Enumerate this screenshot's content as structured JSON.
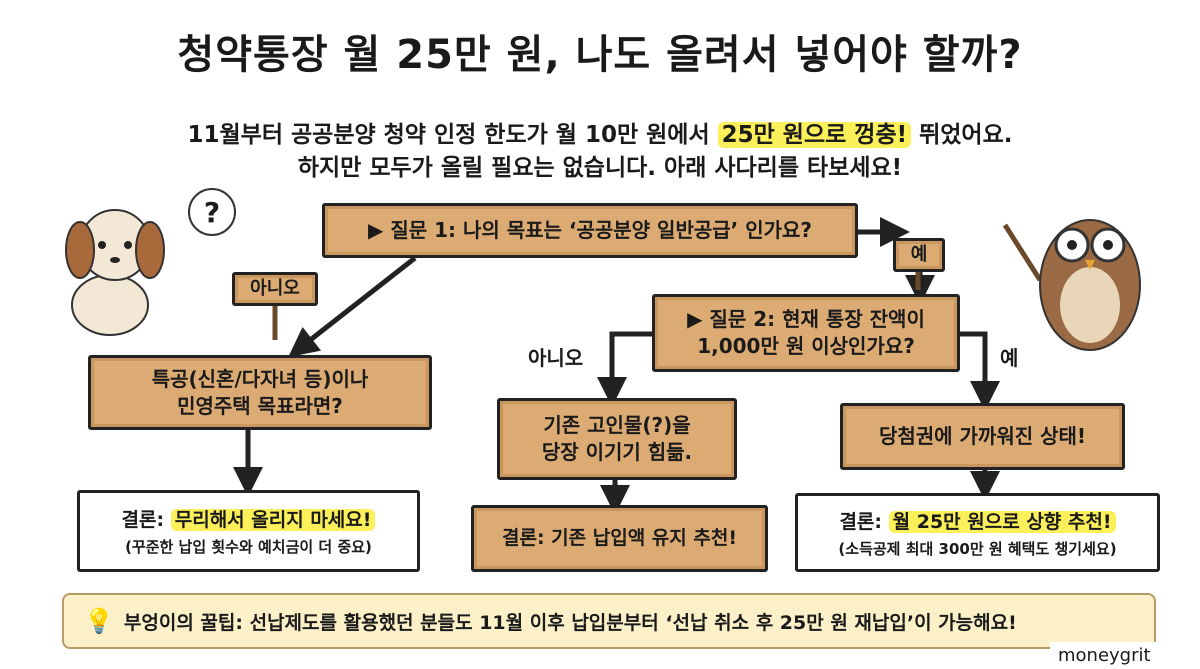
{
  "title": "청약통장 월 25만 원, 나도 올려서 넣어야 할까?",
  "subtitle": {
    "line1_pre": "11월부터 공공분양 청약 인정 한도가 월 10만 원에서 ",
    "line1_highlight": "25만 원으로 껑충!",
    "line1_post": " 뛰었어요.",
    "line2": "하지만 모두가 올릴 필요는 없습니다. 아래 사다리를 타보세요!"
  },
  "question1": "▶ 질문 1: 나의 목표는 ‘공공분양 일반공급’ 인가요?",
  "question2": {
    "line1": "▶ 질문 2: 현재 통장 잔액이",
    "line2": "1,000만 원 이상인가요?"
  },
  "labels": {
    "no1": "아니오",
    "yes1": "예",
    "no2": "아니오",
    "yes2": "예",
    "dog_question": "?"
  },
  "boxes": {
    "special": {
      "line1": "특공(신혼/다자녀 등)이나",
      "line2": "민영주택 목표라면?"
    },
    "existing": {
      "line1": "기존 고인물(?)을",
      "line2": "당장 이기기 힘듦."
    },
    "near": "당첨권에 가까워진 상태!"
  },
  "conclusions": {
    "left": {
      "prefix": "결론: ",
      "highlight": "무리해서 올리지 마세요!",
      "note": "(꾸준한 납입 횟수와 예치금이 더 중요)"
    },
    "middle": "결론: 기존 납입액 유지 추천!",
    "right": {
      "prefix": "결론: ",
      "highlight": "월 25만 원으로 상향 추천!",
      "note": "(소득공제 최대 300만 원 혜택도 챙기세요)"
    }
  },
  "tip": "부엉이의 꿀팁: 선납제도를 활용했던 분들도 11월 이후 납입분부터 ‘선납 취소 후 25만 원 재납입’이 가능해요!",
  "watermark": "moneygrit",
  "colors": {
    "wood": "#dcab74",
    "highlight": "#fbef5a",
    "tip_bg": "#fbf0c8"
  }
}
